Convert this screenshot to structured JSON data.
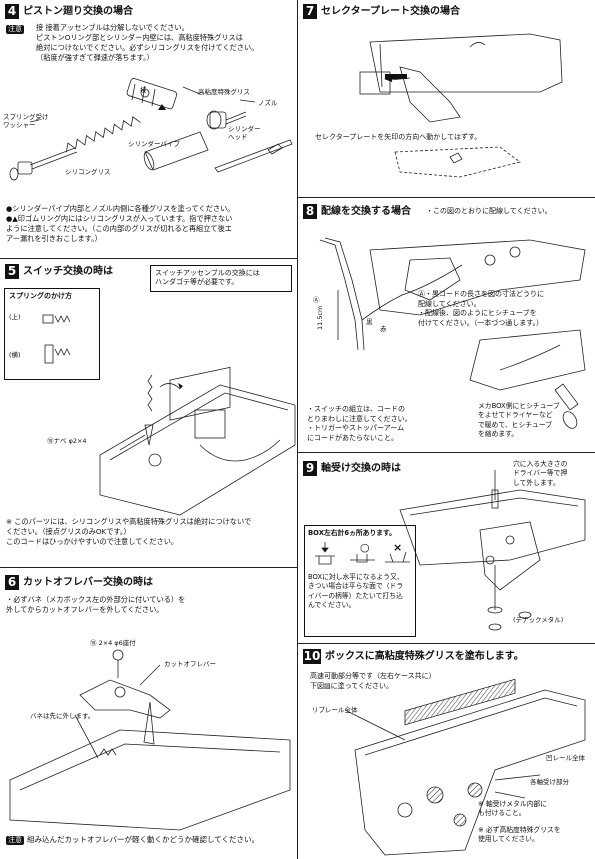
{
  "sections": {
    "s4": {
      "num": "4",
      "title": "ピストン廻り交換の場合",
      "notice_label": "注意",
      "notice_text": "接 接着アッセンブルは分解しないでください。\nピストンOリング部とシリンダー内壁には、高粘度特殊グリスは\n絶対につけないでください。必ずシリコングリスを付けてください。\n（粘度が強すぎて弾速が落ちます。）",
      "labels": {
        "setsu": "接",
        "grease": "高粘度特殊グリス",
        "nozzle": "ノズル",
        "spring_washer": "スプリング受け\nワッシャー",
        "cylinder_pipe": "シリンダーパイプ",
        "cylinder_head": "シリンダー\nヘッド",
        "silicon": "シリコングリス"
      },
      "bullets": "●シリンダーパイプ内部とノズル内側に各種グリスを塗ってください。\n●▲印ゴムリング内にはシリコングリスが入っています。指で押さない\n  ように注意してください。（この内部のグリスが切れると再組立て後エ\n  アー漏れを引きおこします。）"
    },
    "s5": {
      "num": "5",
      "title": "スイッチ交換の時は",
      "box_note": "スイッチアッセンブルの交換には\nハンダゴテ等が必要です。",
      "spring_title": "スプリングのかけ方",
      "top": "(上)",
      "side": "(横)",
      "screw": "⑱ナベ φ2×4",
      "note": "※ このパーツには、シリコングリスや高粘度特殊グリスは絶対につけないで\n  ください。（接点グリスのみOKです。）\n  このコードはひっかけやすいので注意してください。"
    },
    "s6": {
      "num": "6",
      "title": "カットオフレバー交換の時は",
      "intro": "・必ずバネ（メカボックス左の外部分に付いている）を\n  外してからカットオフレバーを外してください。",
      "screw": "⑱ 2×4 φ6座付",
      "lever": "カットオフレバー",
      "spring_first": "バネは先に外します。"
    },
    "s7": {
      "num": "7",
      "title": "セレクタープレート交換の場合",
      "caption": "セレクタープレートを矢印の方向へ動かしてはずす。"
    },
    "s8": {
      "num": "8",
      "title": "配線を交換する場合",
      "subtitle": "・この図のとおりに配線してください。",
      "point_a": "Ⓐ",
      "dim": "11.5cm",
      "black": "黒",
      "red": "赤",
      "a_notes": "Ⓐ・黒コードの長さを図の寸法どうりに\n   配線してください。\n  ・配線後、図のようにヒシチューブを\n   付けてください。（一本づつ通します。）",
      "switch_notes": "・スイッチの組立は、コードの\n  とりまわしに注意してください。\n・トリガーやストッパーアーム\n  にコードがあたらないこと。",
      "shrink_note": "メカBOX側にヒシチューブ\nをよせてドライヤーなど\nで暖めて、ヒシチューブ\nを縮めます。"
    },
    "s9": {
      "num": "9",
      "title": "軸受け交換の時は",
      "tip": "穴に入る大きさの\nドライバー等で押\nして外します。",
      "box_title": "BOX左右計6ヵ所あります。",
      "mark_ok": "○",
      "mark_ng": "×",
      "box_text": "BOXに対し水平になるよう又、\nきつい場合は平らな面で（ドラ\nイバーの柄等）たたいて打ち込\nんでください。",
      "tenac": "(テナックメタル)"
    },
    "s10": {
      "num": "10",
      "title": "ボックスに高粘度特殊グリスを塗布します。",
      "sub": "高速可動部分等です（左右ケース共に）\n下図▨に塗ってください。",
      "rail_all": "リブレール全体",
      "rail_u": "凹レール全体",
      "moving": "各軸受け部分",
      "note1": "※ 軸受けメタル内部に\n  も付けること。",
      "note2": "※ 必ず高粘度特殊グリスを\n  使用してください。"
    },
    "footer": {
      "notice_label": "注意",
      "text": "組み込んだカットオフレバーが軽く動くかどうか確認してください。"
    }
  }
}
